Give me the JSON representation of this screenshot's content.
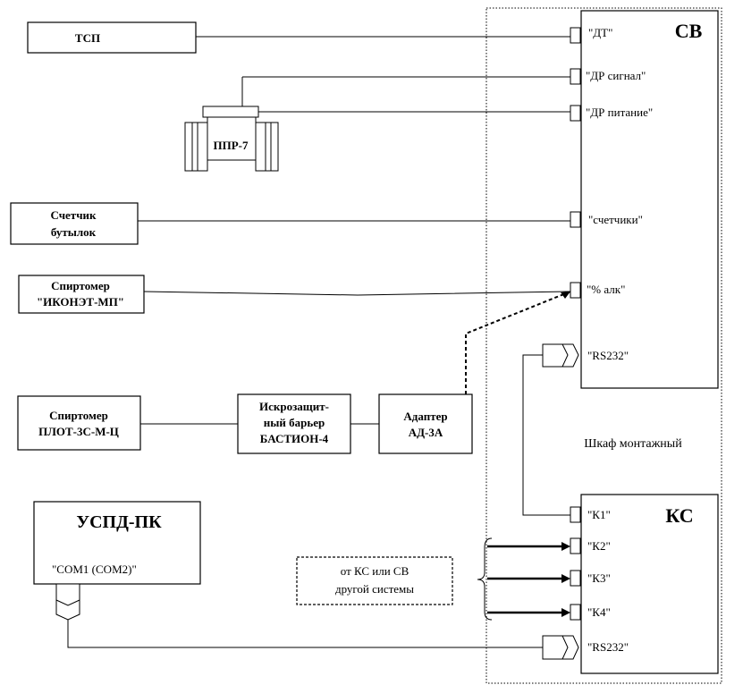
{
  "devices": {
    "tsp": "ТСП",
    "ppr": "ППР-7",
    "bottle_counter": [
      "Счетчик",
      "бутылок"
    ],
    "alcohol_meter_ikonet": [
      "Спиртомер",
      "\"ИКОНЭТ-МП\""
    ],
    "alcohol_meter_plot": [
      "Спиртомер",
      "ПЛОТ-3С-М-Ц"
    ],
    "barrier": [
      "Искрозащит-",
      "ный барьер",
      "БАСТИОН-4"
    ],
    "adapter": [
      "Адаптер",
      "АД-3А"
    ],
    "uspd": "УСПД-ПК",
    "uspd_port": "\"COM1 (COM2)\"",
    "other_system": [
      "от КС или СВ",
      "другой системы"
    ]
  },
  "cabinet": {
    "label": "Шкаф монтажный"
  },
  "sv": {
    "title": "СВ",
    "ports": [
      "\"ДТ\"",
      "\"ДР сигнал\"",
      "\"ДР питание\"",
      "\"счетчики\"",
      "\"% алк\"",
      "\"RS232\""
    ]
  },
  "ks": {
    "title": "КС",
    "ports": [
      "\"К1\"",
      "\"К2\"",
      "\"К3\"",
      "\"К4\"",
      "\"RS232\""
    ]
  }
}
